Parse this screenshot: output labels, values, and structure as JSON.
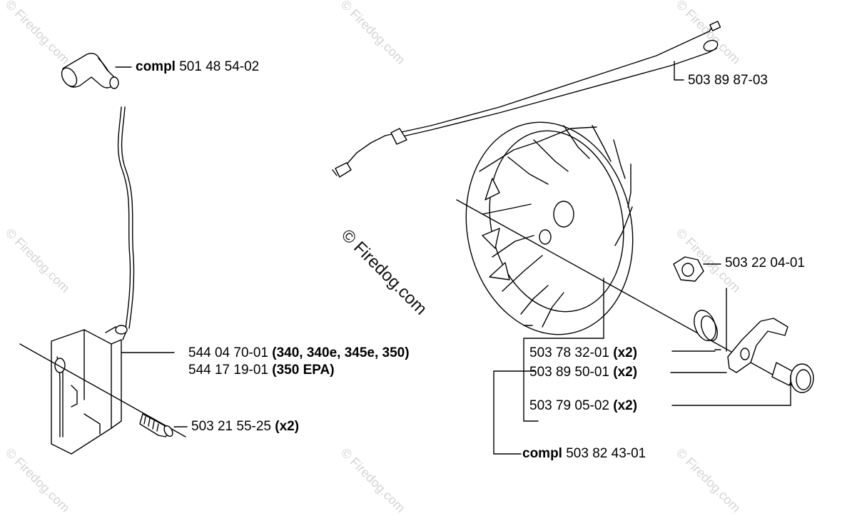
{
  "watermark": "© Firedog.com",
  "center_watermark": "© Firedog.com",
  "labels": {
    "cap": {
      "prefix": "compl",
      "number": "501 48 54-02"
    },
    "wire": {
      "number": "503 89 87-03"
    },
    "nut": {
      "number": "503 22 04-01"
    },
    "module_1": {
      "number": "544 04 70-01",
      "note": "(340, 340e, 345e, 350)"
    },
    "module_2": {
      "number": "544 17 19-01",
      "note": "(350 EPA)"
    },
    "screw": {
      "number": "503 21 55-25",
      "qty": "(x2)"
    },
    "washer": {
      "number": "503 78 32-01",
      "qty": "(x2)"
    },
    "pawl": {
      "number": "503 89 50-01",
      "qty": "(x2)"
    },
    "pin": {
      "number": "503 79 05-02",
      "qty": "(x2)"
    },
    "flywheel": {
      "prefix": "compl",
      "number": "503 82 43-01"
    }
  },
  "colors": {
    "line": "#000000",
    "watermark": "#d4d4d4",
    "background": "#ffffff"
  }
}
